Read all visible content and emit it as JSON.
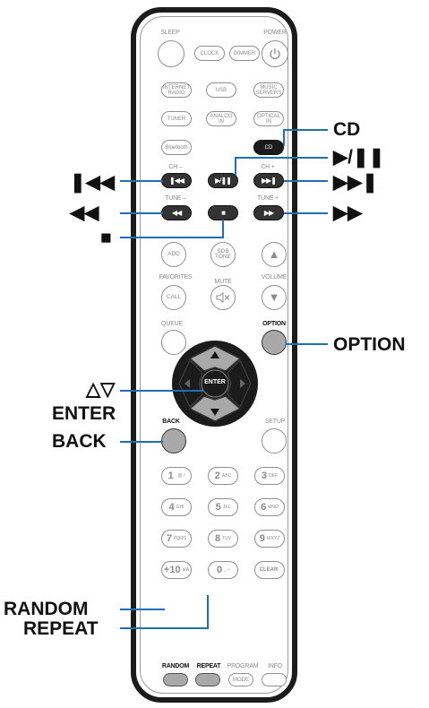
{
  "remote": {
    "top_labels": {
      "sleep": "SLEEP",
      "power": "POWER"
    },
    "row1": {
      "clock": "CLOCK",
      "dimmer": "DIMMER"
    },
    "sources": {
      "internet_radio": "INTERNET\nRADIO",
      "usb": "USB",
      "music_servers": "MUSIC\nSERVERS",
      "tuner": "TUNER",
      "analog_in": "ANALOG\nIN",
      "optical_in": "OPTICAL\nIN",
      "bluetooth": "Bluetooth",
      "cd": "CD"
    },
    "transport_labels": {
      "ch_minus": "CH –",
      "ch_plus": "CH +",
      "tune_minus": "TUNE –",
      "tune_plus": "TUNE +"
    },
    "mid": {
      "add": "ADD",
      "sdb_tone": "SDB\nTONE",
      "favorites": "FAVORITES",
      "mute": "MUTE",
      "volume": "VOLUME",
      "call": "CALL",
      "queue": "QUEUE",
      "option": "OPTION"
    },
    "dpad": {
      "enter": "ENTER"
    },
    "back": "BACK",
    "setup": "SETUP",
    "numbers": [
      {
        "d": "1",
        "s": ". @ /"
      },
      {
        "d": "2",
        "s": "ABC"
      },
      {
        "d": "3",
        "s": "DEF"
      },
      {
        "d": "4",
        "s": "GHI"
      },
      {
        "d": "5",
        "s": "JKL"
      },
      {
        "d": "6",
        "s": "MNO"
      },
      {
        "d": "7",
        "s": "PQRS"
      },
      {
        "d": "8",
        "s": "TUV"
      },
      {
        "d": "9",
        "s": "WXYZ"
      },
      {
        "d": "+10",
        "s": "a/A"
      },
      {
        "d": "0",
        "s": "_ •"
      },
      {
        "d": "CLEAR",
        "s": ""
      }
    ],
    "bottom_labels": {
      "random": "RANDOM",
      "repeat": "REPEAT",
      "program": "PROGRAM",
      "info": "INFO",
      "mode": "MODE"
    }
  },
  "callouts": {
    "cd": "CD",
    "play_pause": "▶/❚❚",
    "skip_back": "❚◀◀",
    "skip_forward": "▶▶❚",
    "rewind": "◀◀",
    "fast_forward": "▶▶",
    "stop": "■",
    "option": "OPTION",
    "up_down": "△▽",
    "enter": "ENTER",
    "back": "BACK",
    "random": "RANDOM",
    "repeat": "REPEAT"
  },
  "colors": {
    "leader": "#1e6fb5",
    "outline": "#1b1b1b",
    "button_gray": "#a9a9a9"
  }
}
